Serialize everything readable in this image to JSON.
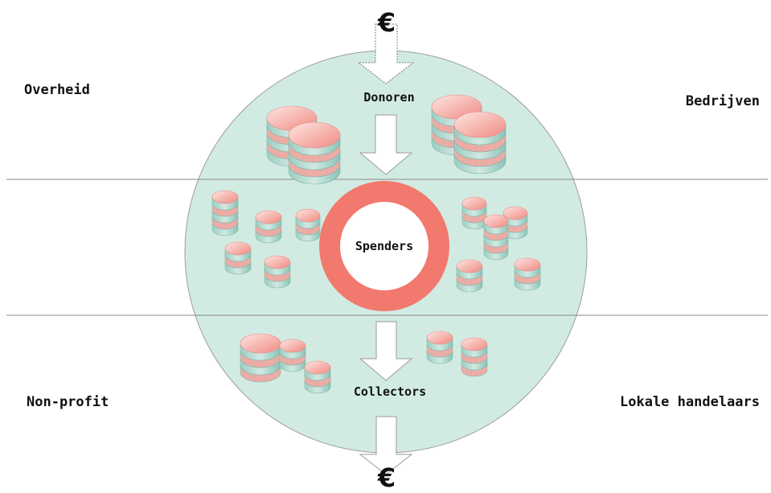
{
  "currency_symbol_top": "€",
  "currency_symbol_bottom": "€",
  "labels": {
    "overheid": "Overheid",
    "bedrijven": "Bedrijven",
    "non_profit": "Non-profit",
    "lokale_handelaars": "Lokale handelaars",
    "donoren": "Donoren",
    "spenders": "Spenders",
    "collectors": "Collectors"
  },
  "colors": {
    "circle_fill": "#d2ebe2",
    "circle_stroke": "#9c9c9c",
    "ring": "#f2796e",
    "coin_top": "#f6b5b0",
    "coin_side_pink": "#f2a39d",
    "coin_side_teal": "#a8d6cc",
    "divider": "#8a8a8a",
    "text": "#111111"
  }
}
